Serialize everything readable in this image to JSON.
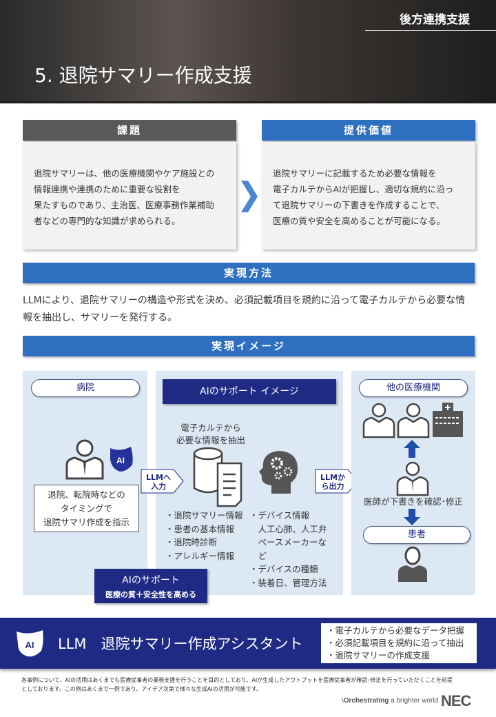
{
  "header": {
    "category": "後方連携支援",
    "title": "5. 退院サマリー作成支援"
  },
  "issue": {
    "heading": "課題",
    "lines": [
      "退院サマリーは、他の医療機関やケア施設との",
      "情報連携や連携のために重要な役割を",
      "果たすものであり、主治医、医療事務作業補助",
      "者などの専門的な知識が求められる。"
    ]
  },
  "value": {
    "heading": "提供価値",
    "lines": [
      "退院サマリーに記載するため必要な情報を",
      "電子カルテからAIが把握し、適切な規約に沿っ",
      "て退院サマリーの下書きを作成することで、",
      "医療の質や安全を高めることが可能になる。"
    ]
  },
  "method": {
    "heading": "実現方法",
    "lines": [
      "LLMにより、退院サマリーの構造や形式を決め、必須記載項目を規約に沿って電子カルテから必要な情",
      "報を抽出し、サマリーを発行する。"
    ]
  },
  "image": {
    "heading": "実現イメージ",
    "hospital": {
      "label": "病院",
      "ai_badge": "AI",
      "instruction": [
        "退院、転院時などの",
        "タイミングで",
        "退院サマリ作成を指示"
      ]
    },
    "input_arrow": [
      "LLMへ",
      "入力"
    ],
    "center": {
      "title": "AIのサポート イメージ",
      "extract": [
        "電子カルテから",
        "必要な情報を抽出"
      ],
      "list1": [
        "・退院サマリー情報",
        "・患者の基本情報",
        "・退院時診断",
        "・アレルギー情報"
      ],
      "list2": [
        "・デバイス情報",
        "　人工心肺、人工弁",
        "　ペースメーカーな",
        "　ど",
        "・デバイスの種類",
        "・装着日、管理方法"
      ]
    },
    "output_arrow": [
      "LLMか",
      "ら出力"
    ],
    "other": {
      "label": "他の医療機関",
      "doctor_check": "医師が下書きを確認･修正",
      "patient": "患者"
    },
    "support": {
      "title": "AIのサポート",
      "sub": "医療の質＋安全性を高める"
    }
  },
  "banner": {
    "ai_badge": "AI",
    "title": "LLM　退院サマリー作成アシスタント",
    "points": [
      "・電子カルテから必要なデータ把握",
      "・必須記載項目を規約に沿って抽出",
      "・退院サマリーの作成支援"
    ]
  },
  "footer": {
    "note": [
      "各事例について、AIの活用はあくまでも医療従事者の業務支援を行うことを目的としており、AIが生成したアウトプットを医療従事者が確認･修正を行っていただくことを前提",
      "としております。この例はあくまで一例であり、アイデア次第で様々な生成AIの活用が可能です。"
    ],
    "slogan_bold": "Orchestrating",
    "slogan_rest": " a brighter world",
    "logo": "NEC"
  }
}
